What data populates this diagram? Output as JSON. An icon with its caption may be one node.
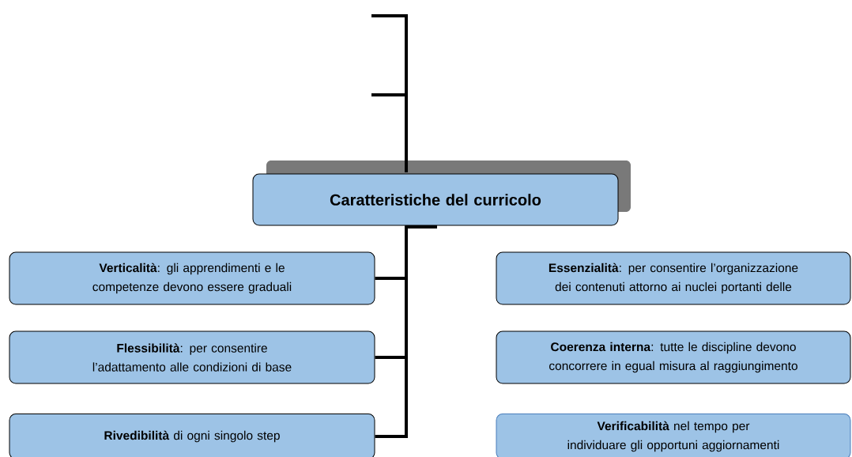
{
  "diagram": {
    "nodes": [
      {
        "text": [
          "Caratteristiche del curricolo"
        ]
      },
      {
        "text": [
          "**Verticalità**: gli apprendimenti e le competenze devono essere graduali"
        ]
      },
      {
        "text": [
          "**Flessibilità**: per consentire l’adattamento alle condizioni di base"
        ]
      },
      {
        "text": [
          "**Rivedibilità** di ogni singolo step"
        ]
      },
      {
        "text": [
          "**Essenzialità**: per consentire l’organizzazione dei contenuti attorno ai nuclei portanti delle"
        ]
      },
      {
        "text": [
          "**Coerenza interna**: tutte le discipline devono concorrere in egual misura al raggiungimento"
        ]
      },
      {
        "text": [
          "**Verificabilità** nel tempo per individuare gli opportuni aggiornamenti"
        ]
      }
    ],
    "edges": [
      {
        "from": 0,
        "to": 1,
        "arrow": "none"
      },
      {
        "from": 0,
        "to": 2,
        "arrow": "none"
      },
      {
        "from": 0,
        "to": 3,
        "arrow": "none"
      }
    ]
  }
}
